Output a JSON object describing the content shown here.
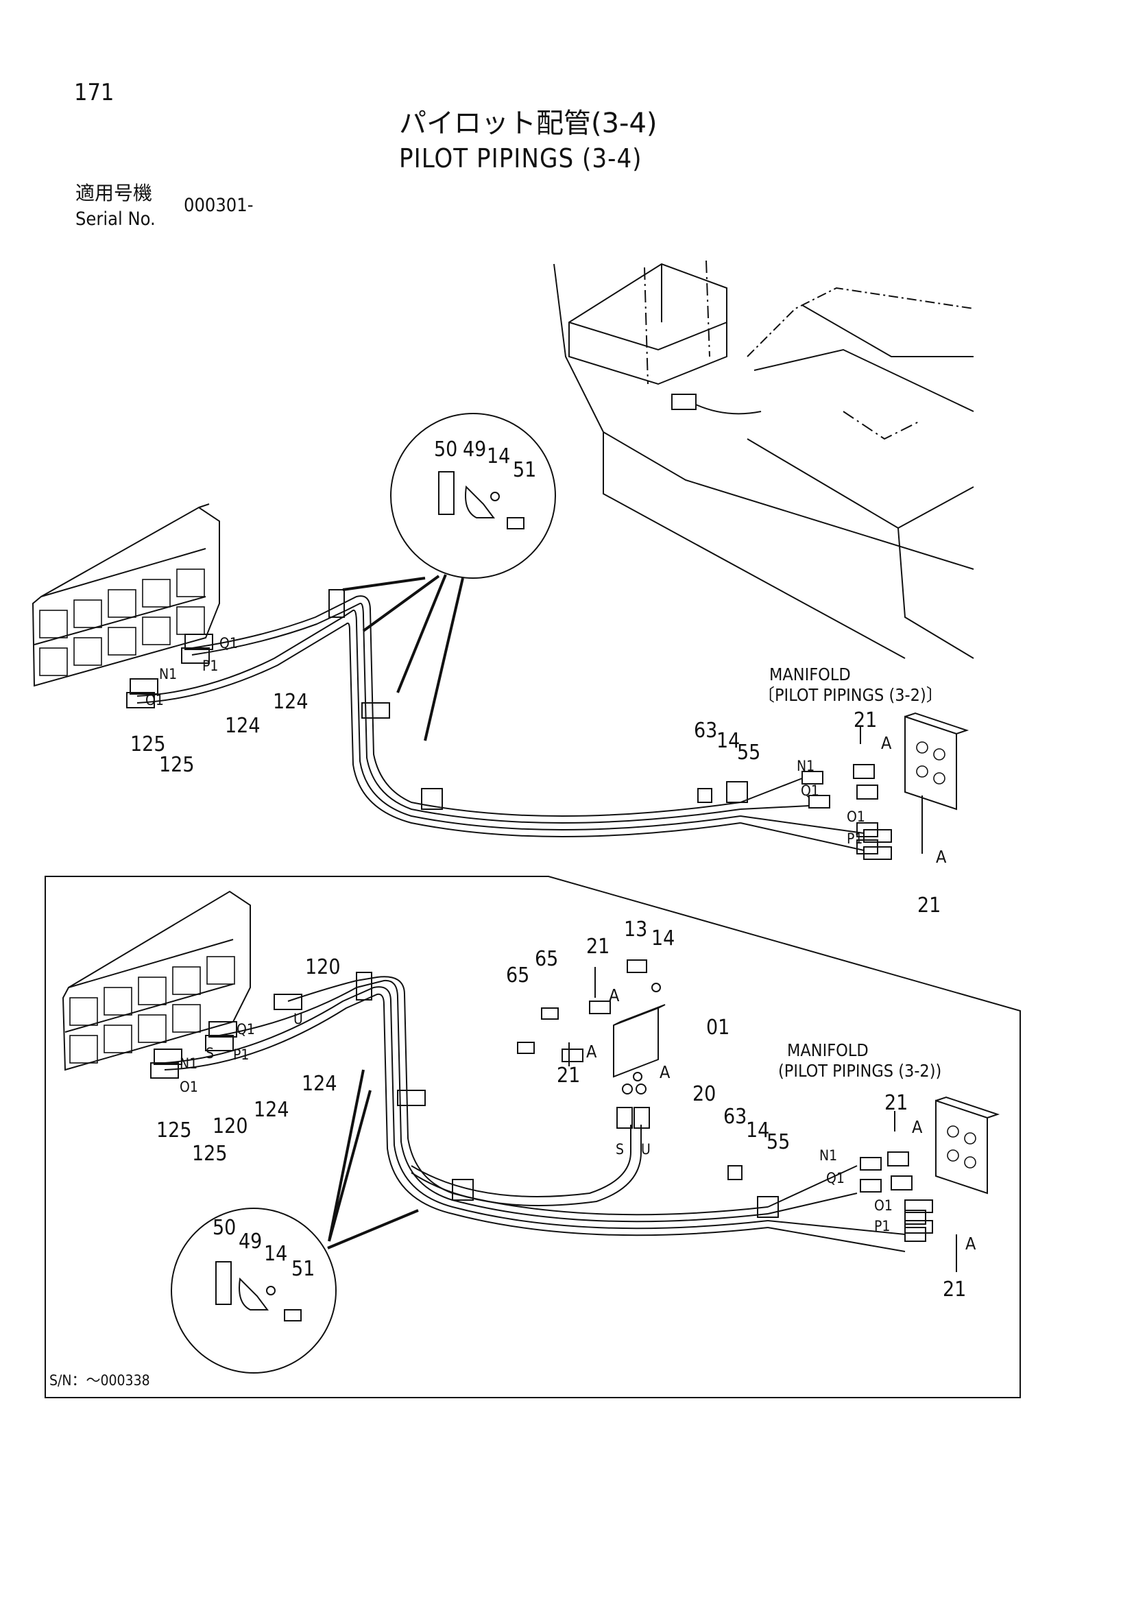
{
  "header": {
    "page_number": "171",
    "title_jp": "パイロット配管(3-4)",
    "title_en": "PILOT PIPINGS (3-4)",
    "serial_label_jp": "適用号機",
    "serial_label_en": "Serial No.",
    "serial_value": "000301-"
  },
  "upper_view": {
    "manifold_label": "MANIFOLD",
    "manifold_ref": "〔PILOT PIPINGS (3-2)〕",
    "detail_callouts": [
      "50",
      "49",
      "14",
      "51"
    ],
    "callouts": [
      "124",
      "124",
      "125",
      "125",
      "63",
      "14",
      "55",
      "21",
      "21"
    ],
    "port_labels": [
      "Q1",
      "P1",
      "N1",
      "O1",
      "N1",
      "Q1",
      "O1",
      "P1"
    ],
    "section_markers": [
      "A",
      "A"
    ]
  },
  "lower_view": {
    "manifold_label": "MANIFOLD",
    "manifold_ref": "(PILOT PIPINGS (3-2))",
    "serial_range": "S/N：～000338",
    "detail_callouts": [
      "50",
      "49",
      "14",
      "51"
    ],
    "callouts": [
      "120",
      "124",
      "124",
      "125",
      "120",
      "125",
      "65",
      "65",
      "21",
      "13",
      "14",
      "01",
      "21",
      "20",
      "63",
      "14",
      "55",
      "21",
      "21"
    ],
    "port_labels": [
      "U",
      "Q1",
      "S",
      "P1",
      "N1",
      "O1",
      "S",
      "U",
      "N1",
      "Q1",
      "O1",
      "P1"
    ],
    "section_markers": [
      "A",
      "A",
      "A",
      "A",
      "A"
    ]
  }
}
